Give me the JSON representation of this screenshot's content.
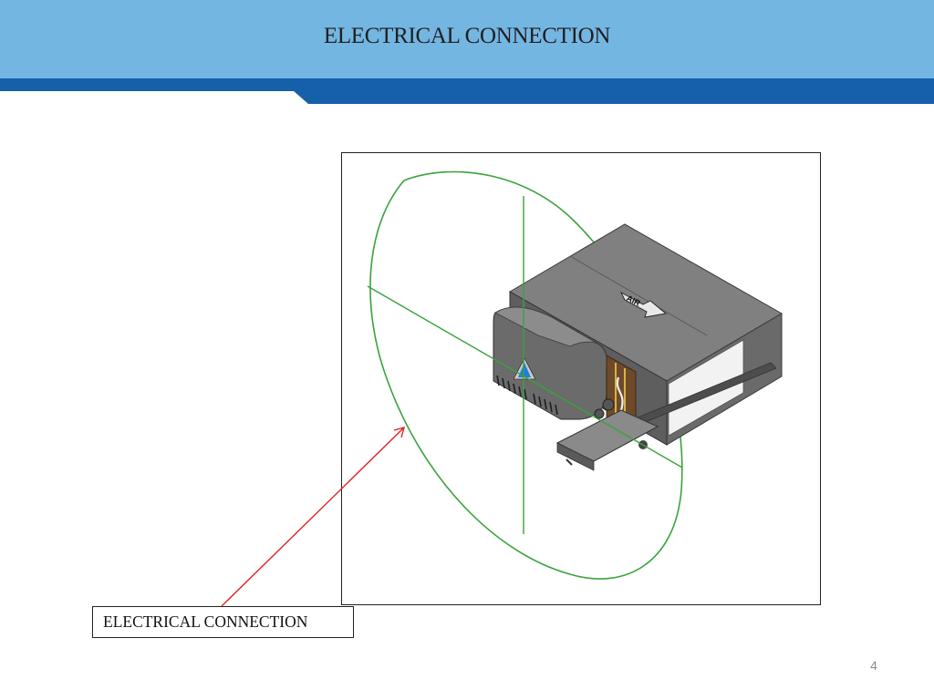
{
  "slide": {
    "title": "ELECTRICAL CONNECTION",
    "callout_label": "ELECTRICAL CONNECTION",
    "page_number": "4"
  },
  "figure": {
    "arrow_label": "AIR"
  },
  "colors": {
    "header_light": "#74b6e2",
    "header_dark": "#1660a9",
    "highlight_ellipse": "#3aa23a",
    "leader_line": "#e02020",
    "unit_body": "#7a7a7a"
  }
}
